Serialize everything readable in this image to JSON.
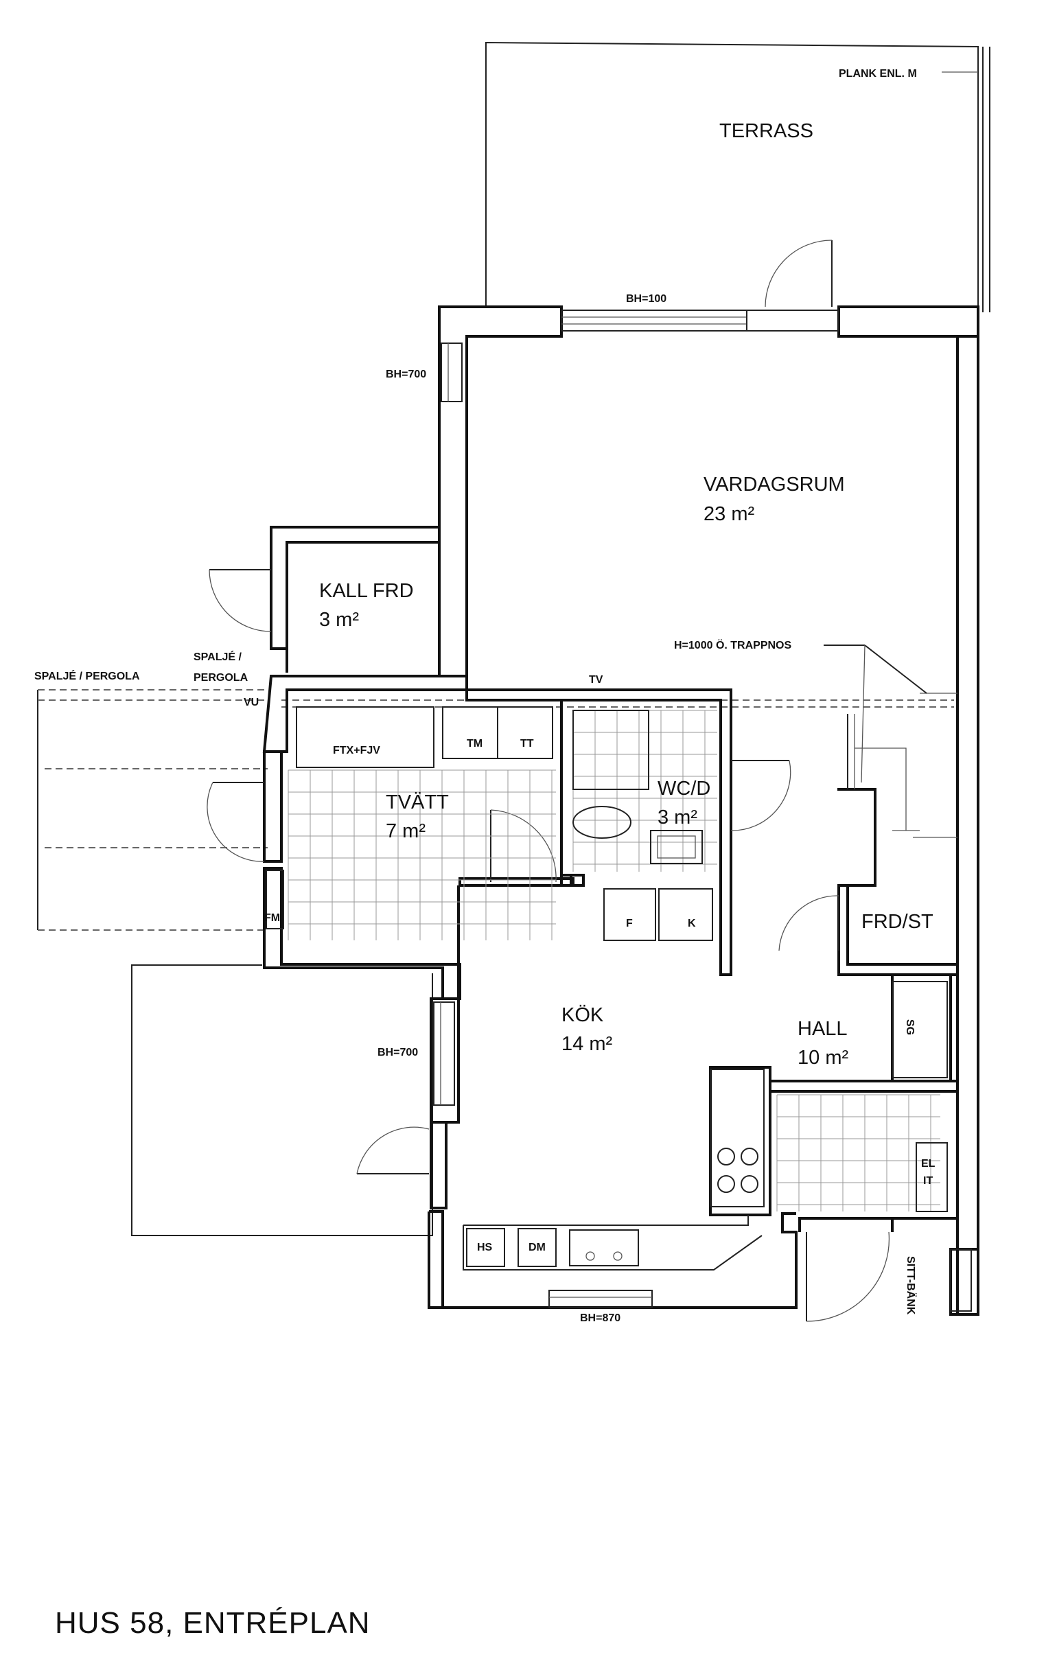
{
  "title": "HUS 58, ENTRÉPLAN",
  "rooms": {
    "terrass": {
      "name": "TERRASS"
    },
    "vardagsrum": {
      "name": "VARDAGSRUM",
      "area": "23 m²"
    },
    "kall_frd": {
      "name": "KALL FRD",
      "area": "3 m²"
    },
    "tvatt": {
      "name": "TVÄTT",
      "area": "7 m²"
    },
    "wcd": {
      "name": "WC/D",
      "area": "3 m²"
    },
    "kok": {
      "name": "KÖK",
      "area": "14 m²"
    },
    "hall": {
      "name": "HALL",
      "area": "10 m²"
    },
    "frd_st": {
      "name": "FRD/ST"
    }
  },
  "annotations": {
    "plank": "PLANK ENL. M",
    "bh100": "BH=100",
    "bh700_top": "BH=700",
    "bh700_left": "BH=700",
    "bh870": "BH=870",
    "trappnos": "H=1000 Ö. TRAPPNOS",
    "spalje_pergola_left": "SPALJÉ / PERGOLA",
    "spalje_line1": "SPALJÉ /",
    "spalje_line2": "PERGOLA",
    "vu": "VU",
    "tv": "TV",
    "ftx": "FTX+FJV",
    "tm": "TM",
    "tt": "TT",
    "fm": "FM",
    "f": "F",
    "k": "K",
    "sg": "SG",
    "el": "EL",
    "it": "IT",
    "hs": "HS",
    "dm": "DM",
    "sittbank": "SITT-BÄNK"
  }
}
